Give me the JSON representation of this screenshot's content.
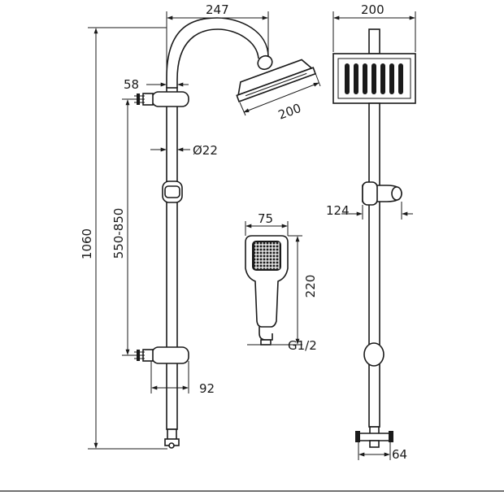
{
  "dimensions": {
    "arm_reach": "247",
    "head_width_front": "200",
    "head_diameter_side": "200",
    "bracket_offset": "58",
    "pipe_diameter": "Ø22",
    "total_height": "1060",
    "bracket_spacing": "550-850",
    "slider_offset": "124",
    "handshower_width": "75",
    "handshower_length": "220",
    "thread": "G1/2",
    "wall_offset": "92",
    "diverter_width": "64"
  }
}
